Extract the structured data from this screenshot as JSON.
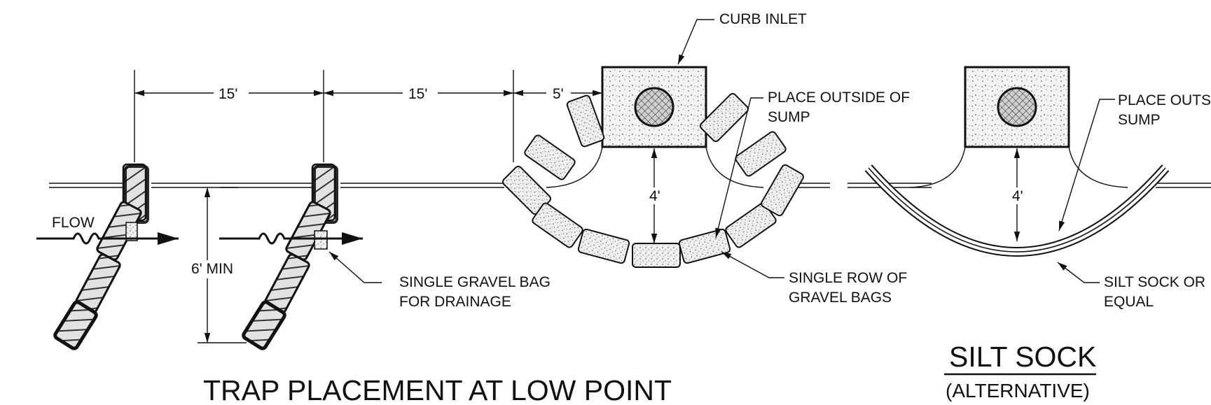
{
  "labels": {
    "curb_inlet": "CURB INLET",
    "place_outside_1": "PLACE OUTSIDE OF",
    "place_outside_2": "SUMP",
    "place_outside_b1": "PLACE OUTSI",
    "place_outside_b2": "SUMP",
    "flow": "FLOW",
    "dim_15_a": "15'",
    "dim_15_b": "15'",
    "dim_5": "5'",
    "dim_4_a": "4'",
    "dim_4_b": "4'",
    "dim_6min": "6' MIN",
    "single_gravel_bag_1": "SINGLE GRAVEL BAG",
    "single_gravel_bag_2": "FOR DRAINAGE",
    "single_row_1": "SINGLE ROW OF",
    "single_row_2": "GRAVEL BAGS",
    "silt_sock_or_1": "SILT SOCK OR",
    "silt_sock_or_2": "EQUAL"
  },
  "titles": {
    "trap_placement": "TRAP PLACEMENT AT LOW POINT",
    "silt_sock": "SILT SOCK",
    "alternative": "(ALTERNATIVE)"
  }
}
